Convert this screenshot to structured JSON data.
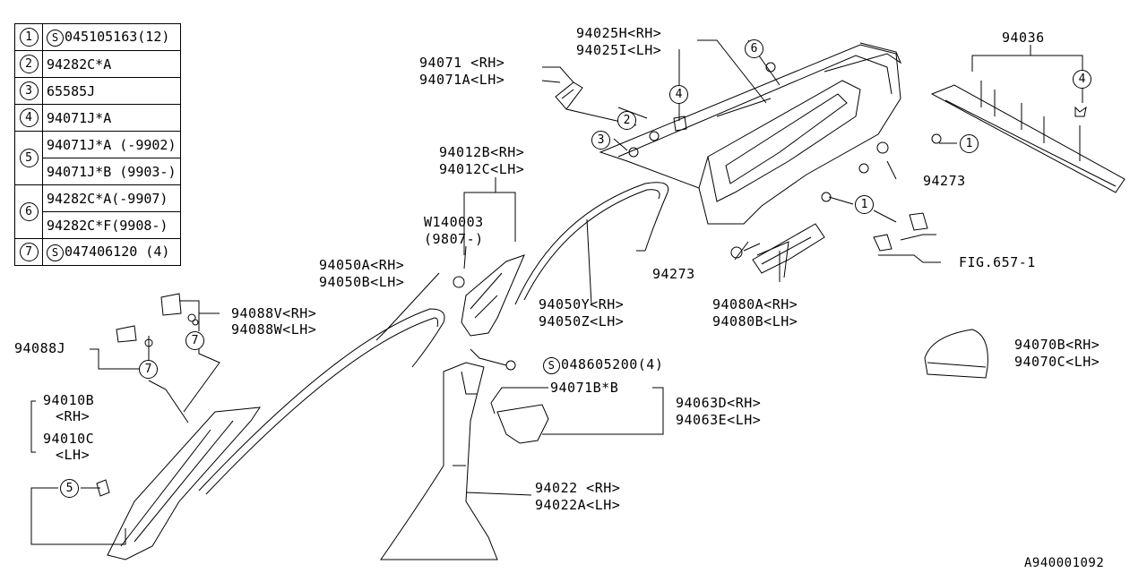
{
  "legend": {
    "rows": [
      {
        "num": "1",
        "s": true,
        "text": "045105163(12)"
      },
      {
        "num": "2",
        "text": "94282C*A"
      },
      {
        "num": "3",
        "text": "65585J"
      },
      {
        "num": "4",
        "text": "94071J*A"
      },
      {
        "num": "5",
        "text": "94071J*A (-9902)",
        "text2": "94071J*B (9903-)"
      },
      {
        "num": "6",
        "text": "94282C*A(-9907)",
        "text2": "94282C*F(9908-)"
      },
      {
        "num": "7",
        "s": true,
        "text": "047406120 (4)"
      }
    ]
  },
  "labels": {
    "p94025h": "94025H<RH>",
    "p94025i": "94025I<LH>",
    "p94036": "94036",
    "p94071": "94071  <RH>",
    "p94071a": "94071A<LH>",
    "p94012b": "94012B<RH>",
    "p94012c": "94012C<LH>",
    "w140003": "W140003",
    "w140003_date": "(9807-)",
    "p94050a": "94050A<RH>",
    "p94050b": "94050B<LH>",
    "p94088v": "94088V<RH>",
    "p94088w": "94088W<LH>",
    "p94088j": "94088J",
    "p94010b": "94010B",
    "p94010b_rh": "<RH>",
    "p94010c": "94010C",
    "p94010c_lh": "<LH>",
    "p94273_a": "94273",
    "p94273_b": "94273",
    "fig657": "FIG.657-1",
    "p94050y": "94050Y<RH>",
    "p94050z": "94050Z<LH>",
    "p94080a": "94080A<RH>",
    "p94080b": "94080B<LH>",
    "s048605200": "048605200(4)",
    "s_mark": "S",
    "p94070b": "94070B<RH>",
    "p94070c": "94070C<LH>",
    "p94071b": "94071B*B",
    "p94063d": "94063D<RH>",
    "p94063e": "94063E<LH>",
    "p94022": "94022 <RH>",
    "p94022a": "94022A<LH>",
    "drawing_id": "A940001092"
  },
  "callouts": {
    "c1a": "1",
    "c1b": "1",
    "c2": "2",
    "c3": "3",
    "c4a": "4",
    "c4b": "4",
    "c5": "5",
    "c6": "6",
    "c7a": "7",
    "c7b": "7"
  },
  "icons": [
    "screw-clip-icon",
    "trim-panel-illustration",
    "pillar-trim-illustration",
    "weatherstrip-illustration"
  ]
}
